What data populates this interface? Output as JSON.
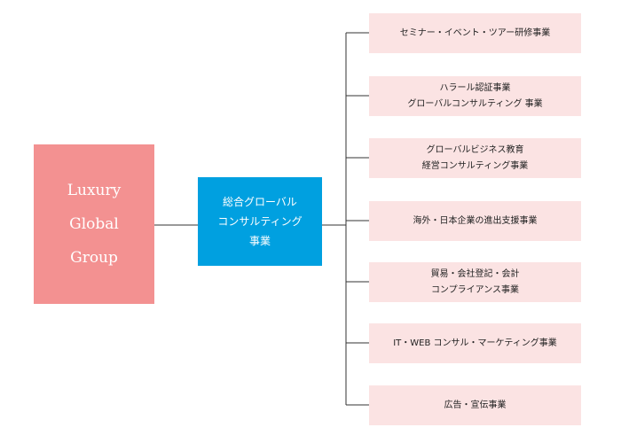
{
  "root": {
    "lines": [
      "Luxury",
      "Global",
      "Group"
    ],
    "color": "#f39191"
  },
  "middle": {
    "lines": [
      "総合グローバル",
      "コンサルティング",
      "事業"
    ],
    "color": "#00a0e0"
  },
  "leaves": [
    {
      "lines": [
        "セミナー・イベント・ツアー研修事業"
      ]
    },
    {
      "lines": [
        "ハラール認証事業",
        "グローバルコンサルティング 事業"
      ]
    },
    {
      "lines": [
        "グローバルビジネス教育",
        "経営コンサルティング事業"
      ]
    },
    {
      "lines": [
        "海外・日本企業の進出支援事業"
      ]
    },
    {
      "lines": [
        "貿易・会社登記・会計",
        "コンプライアンス事業"
      ]
    },
    {
      "lines": [
        "IT・WEB コンサル・マーケティング事業"
      ]
    },
    {
      "lines": [
        "広告・宣伝事業"
      ]
    }
  ],
  "leaf_color": "#fbe3e3",
  "line_color": "#333333"
}
